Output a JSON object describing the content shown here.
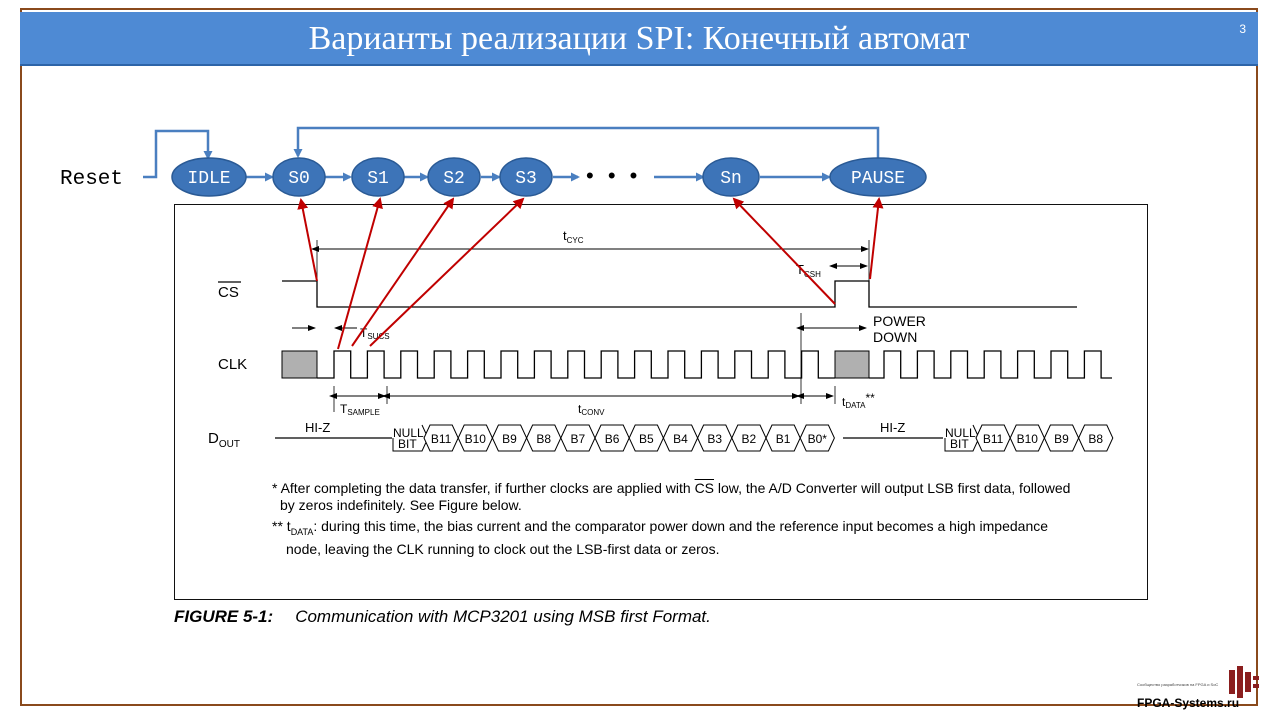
{
  "slide": {
    "title": "Варианты реализации SPI: Конечный автомат",
    "number": "3"
  },
  "fsm": {
    "reset_label": "Reset",
    "states": [
      "IDLE",
      "S0",
      "S1",
      "S2",
      "S3",
      "Sn",
      "PAUSE"
    ],
    "ellipsis": "• • •"
  },
  "timing": {
    "signals": {
      "cs": "CS",
      "clk": "CLK",
      "dout": "D",
      "dout_sub": "OUT"
    },
    "labels": {
      "t_cyc": "t",
      "t_cyc_sub": "CYC",
      "t_csh": "T",
      "t_csh_sub": "CSH",
      "t_sucs": "T",
      "t_sucs_sub": "SUCS",
      "power": "POWER",
      "down": "DOWN",
      "t_sample": "T",
      "t_sample_sub": "SAMPLE",
      "t_conv": "t",
      "t_conv_sub": "CONV",
      "t_data": "t",
      "t_data_sub": "DATA",
      "t_data_suffix": "**",
      "hiz_1": "HI-Z",
      "hiz_2": "HI-Z",
      "null": "NULL",
      "bit": "BIT"
    },
    "bits_first": [
      "B11",
      "B10",
      "B9",
      "B8",
      "B7",
      "B6",
      "B5",
      "B4",
      "B3",
      "B2",
      "B1",
      "B0*"
    ],
    "bits_second": [
      "B11",
      "B10",
      "B9",
      "B8"
    ]
  },
  "notes": {
    "note1_line1_pre": "* After completing the data transfer, if further clocks are applied with ",
    "note1_cs": "CS",
    "note1_line1_post": " low, the A/D Converter will output LSB first data, followed",
    "note1_line2": "by zeros indefinitely. See Figure below.",
    "note2_pre": "** t",
    "note2_sub": "DATA",
    "note2_line1": ": during this time, the bias current and the comparator power down and the reference input becomes a high impedance",
    "note2_line2": "node, leaving the CLK running to clock out the LSB-first data or zeros."
  },
  "caption": {
    "figure": "FIGURE 5-1:",
    "text": "Communication with MCP3201 using MSB first Format."
  },
  "logo": {
    "tagline": "Сообщество разработчиков на FPGA и SoC",
    "site": "FPGA-Systems.ru"
  },
  "colors": {
    "title_bg": "#4e8ad4",
    "state_fill": "#3d74b8",
    "flow_arrow": "#4a7fc0",
    "pointer_arrow": "#c00000",
    "frame": "#8a4a1c"
  }
}
